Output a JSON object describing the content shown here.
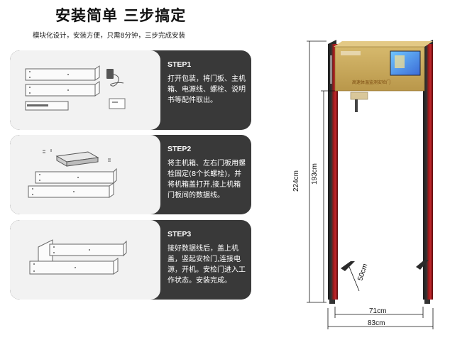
{
  "header": {
    "title": "安装简单 三步搞定",
    "subtitle": "模块化设计，安装方便，只需8分钟，三步完成安装"
  },
  "steps": [
    {
      "label": "STEP1",
      "text": "打开包装，将门板、主机箱、电源线、螺栓、说明书等配件取出。"
    },
    {
      "label": "STEP2",
      "text": "将主机箱、左右门板用螺栓固定(8个长螺栓)，并将机箱盖打开,接上机箱门板间的数据线。"
    },
    {
      "label": "STEP3",
      "text": "接好数据线后，盖上机盖，竖起安检门,连接电源，开机。安检门进入工作状态。安装完成。"
    }
  ],
  "gate": {
    "display_text": "高速体温监测安检门",
    "dimensions": {
      "total_height": "224cm",
      "passage_height": "193cm",
      "depth": "50cm",
      "inner_width": "71cm",
      "outer_width": "83cm"
    }
  }
}
